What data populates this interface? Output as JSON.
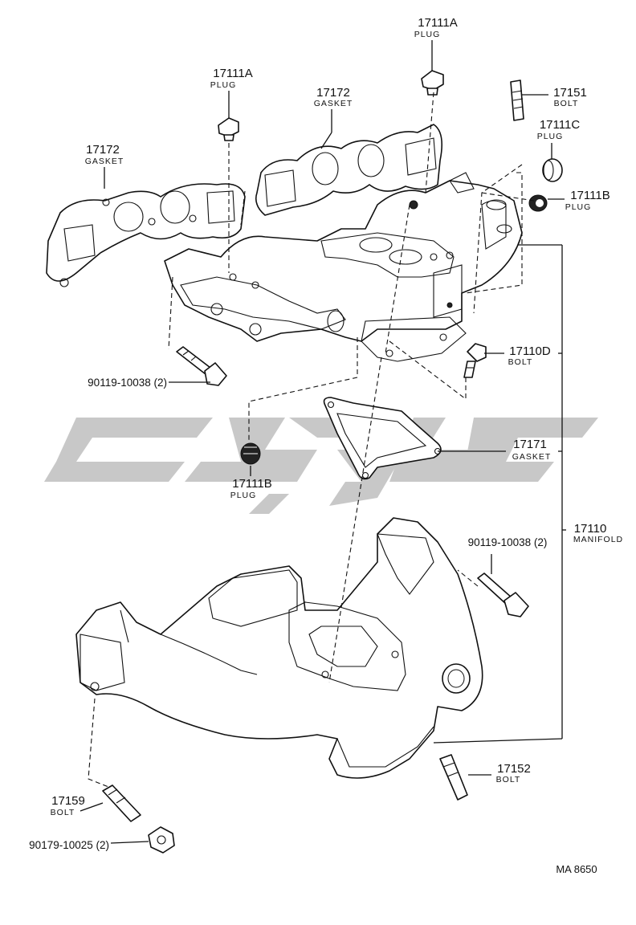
{
  "watermark": "cyc",
  "diagram_code": "MA 8650",
  "callouts": [
    {
      "id": "c-17111a-top",
      "number": "17111A",
      "name": "PLUG"
    },
    {
      "id": "c-17111a-left",
      "number": "17111A",
      "name": "PLUG"
    },
    {
      "id": "c-17172-mid",
      "number": "17172",
      "name": "GASKET"
    },
    {
      "id": "c-17172-left",
      "number": "17172",
      "name": "GASKET"
    },
    {
      "id": "c-17151",
      "number": "17151",
      "name": "BOLT"
    },
    {
      "id": "c-17111c",
      "number": "17111C",
      "name": "PLUG"
    },
    {
      "id": "c-17111b-right",
      "number": "17111B",
      "name": "PLUG"
    },
    {
      "id": "c-90119-upper",
      "number": "90119-10038 (2)",
      "name": ""
    },
    {
      "id": "c-17110d",
      "number": "17110D",
      "name": "BOLT"
    },
    {
      "id": "c-17171",
      "number": "17171",
      "name": "GASKET"
    },
    {
      "id": "c-17111b-left",
      "number": "17111B",
      "name": "PLUG"
    },
    {
      "id": "c-17110",
      "number": "17110",
      "name": "MANIFOLD"
    },
    {
      "id": "c-90119-lower",
      "number": "90119-10038 (2)",
      "name": ""
    },
    {
      "id": "c-17152",
      "number": "17152",
      "name": "BOLT"
    },
    {
      "id": "c-17159",
      "number": "17159",
      "name": "BOLT"
    },
    {
      "id": "c-90179",
      "number": "90179-10025 (2)",
      "name": ""
    }
  ]
}
